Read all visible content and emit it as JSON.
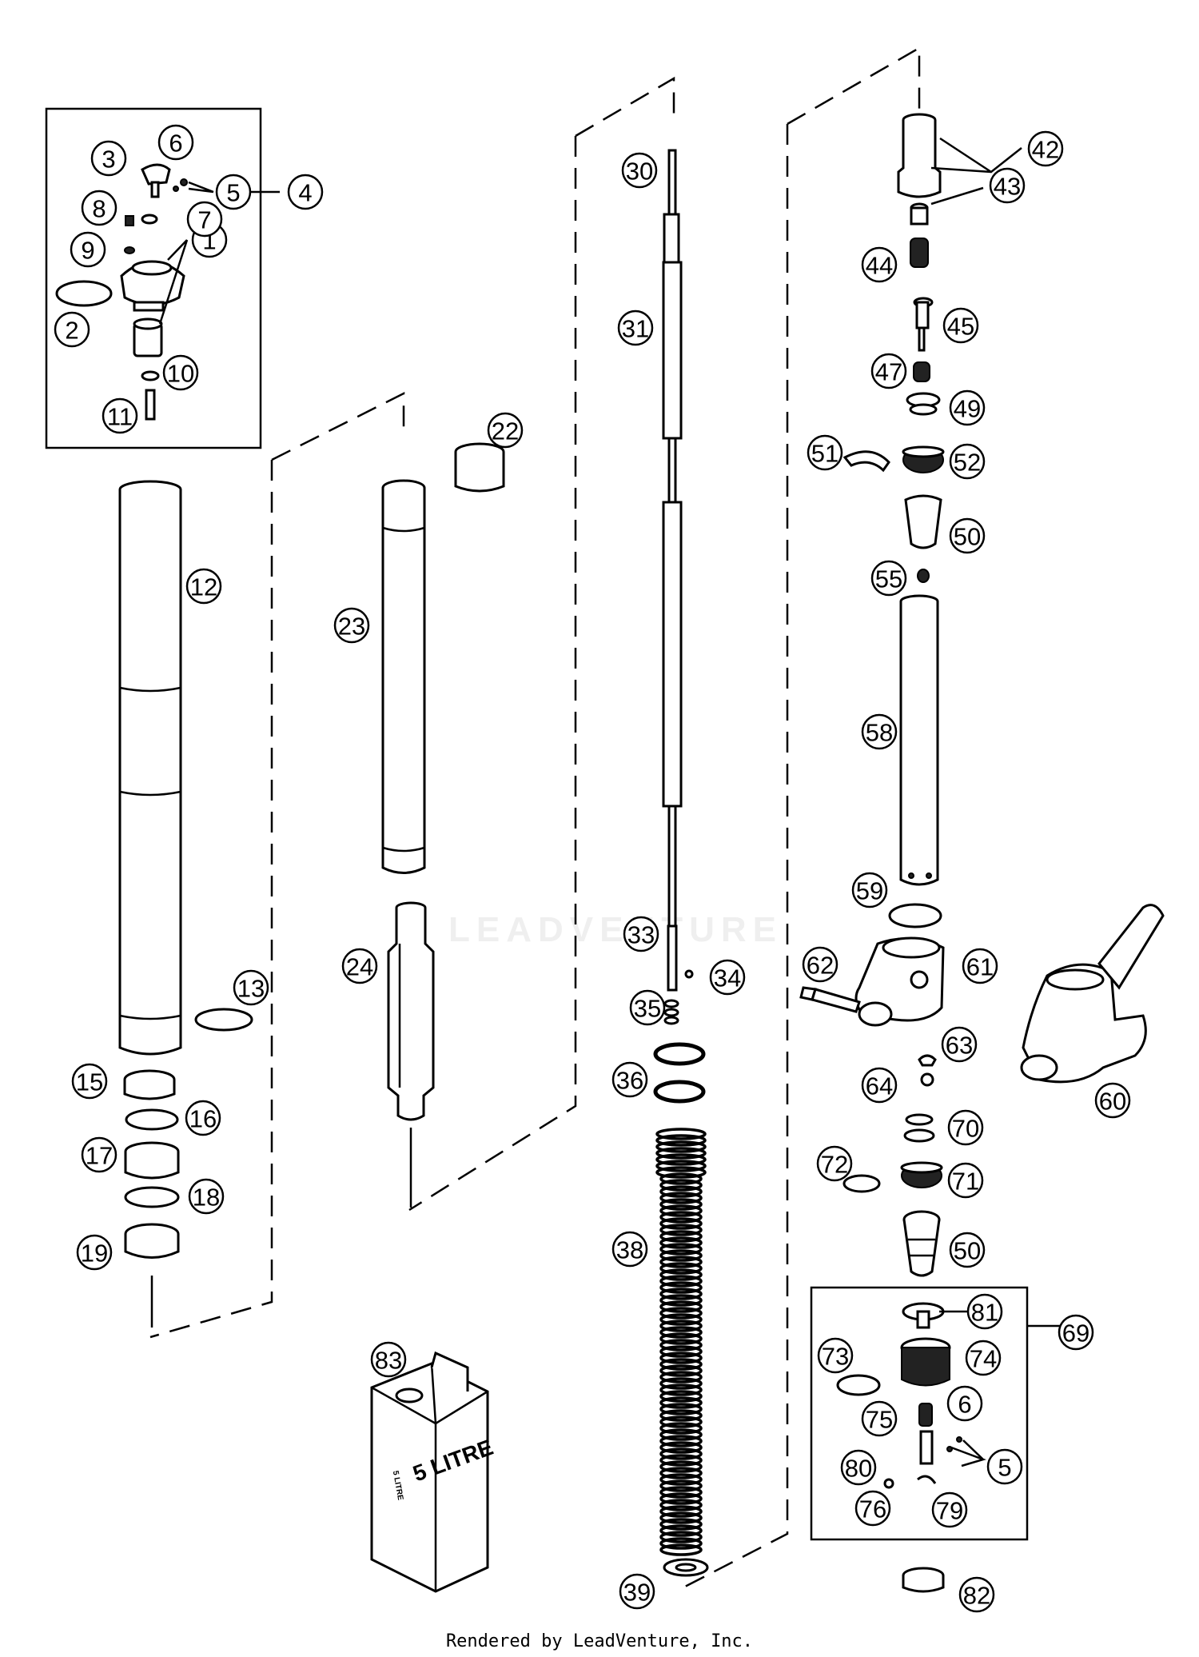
{
  "footer": "Rendered by LeadVenture, Inc.",
  "watermark": "LEADVENTURE",
  "oil_can_label_big": "5 LITRE",
  "oil_can_label_small": "5 LITRE",
  "callouts": [
    {
      "id": "c1",
      "label": "1"
    },
    {
      "id": "c2",
      "label": "2"
    },
    {
      "id": "c3",
      "label": "3"
    },
    {
      "id": "c4",
      "label": "4"
    },
    {
      "id": "c5a",
      "label": "5"
    },
    {
      "id": "c6a",
      "label": "6"
    },
    {
      "id": "c7",
      "label": "7"
    },
    {
      "id": "c8",
      "label": "8"
    },
    {
      "id": "c9",
      "label": "9"
    },
    {
      "id": "c10",
      "label": "10"
    },
    {
      "id": "c11",
      "label": "11"
    },
    {
      "id": "c12",
      "label": "12"
    },
    {
      "id": "c13",
      "label": "13"
    },
    {
      "id": "c15",
      "label": "15"
    },
    {
      "id": "c16",
      "label": "16"
    },
    {
      "id": "c17",
      "label": "17"
    },
    {
      "id": "c18",
      "label": "18"
    },
    {
      "id": "c19",
      "label": "19"
    },
    {
      "id": "c22",
      "label": "22"
    },
    {
      "id": "c23",
      "label": "23"
    },
    {
      "id": "c24",
      "label": "24"
    },
    {
      "id": "c30",
      "label": "30"
    },
    {
      "id": "c31",
      "label": "31"
    },
    {
      "id": "c33",
      "label": "33"
    },
    {
      "id": "c34",
      "label": "34"
    },
    {
      "id": "c35",
      "label": "35"
    },
    {
      "id": "c36",
      "label": "36"
    },
    {
      "id": "c38",
      "label": "38"
    },
    {
      "id": "c39",
      "label": "39"
    },
    {
      "id": "c42",
      "label": "42"
    },
    {
      "id": "c43",
      "label": "43"
    },
    {
      "id": "c44",
      "label": "44"
    },
    {
      "id": "c45",
      "label": "45"
    },
    {
      "id": "c47",
      "label": "47"
    },
    {
      "id": "c49",
      "label": "49"
    },
    {
      "id": "c50a",
      "label": "50"
    },
    {
      "id": "c51",
      "label": "51"
    },
    {
      "id": "c52",
      "label": "52"
    },
    {
      "id": "c55",
      "label": "55"
    },
    {
      "id": "c58",
      "label": "58"
    },
    {
      "id": "c59",
      "label": "59"
    },
    {
      "id": "c60",
      "label": "60"
    },
    {
      "id": "c61",
      "label": "61"
    },
    {
      "id": "c62",
      "label": "62"
    },
    {
      "id": "c63",
      "label": "63"
    },
    {
      "id": "c64",
      "label": "64"
    },
    {
      "id": "c69",
      "label": "69"
    },
    {
      "id": "c70",
      "label": "70"
    },
    {
      "id": "c71",
      "label": "71"
    },
    {
      "id": "c72",
      "label": "72"
    },
    {
      "id": "c50b",
      "label": "50"
    },
    {
      "id": "c73",
      "label": "73"
    },
    {
      "id": "c74",
      "label": "74"
    },
    {
      "id": "c75",
      "label": "75"
    },
    {
      "id": "c76",
      "label": "76"
    },
    {
      "id": "c79",
      "label": "79"
    },
    {
      "id": "c80",
      "label": "80"
    },
    {
      "id": "c81",
      "label": "81"
    },
    {
      "id": "c6b",
      "label": "6"
    },
    {
      "id": "c5b",
      "label": "5"
    },
    {
      "id": "c82",
      "label": "82"
    },
    {
      "id": "c83",
      "label": "83"
    }
  ]
}
